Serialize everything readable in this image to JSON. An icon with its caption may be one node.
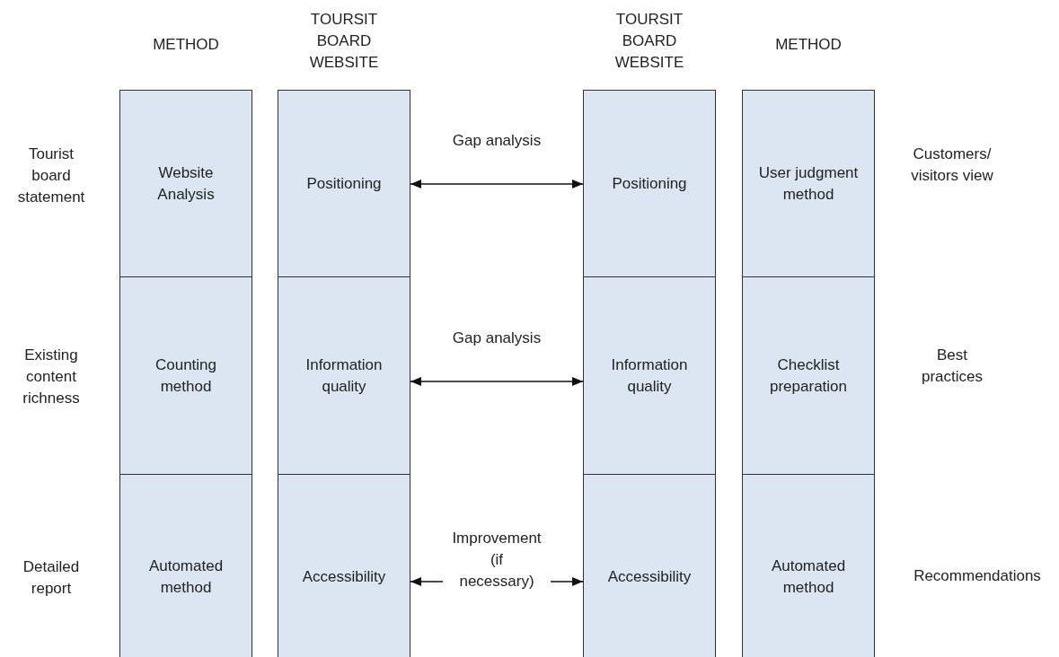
{
  "diagram": {
    "nodes": [
      {
        "text": [
          "Website Analysis"
        ]
      },
      {
        "text": [
          "Positioning"
        ]
      },
      {
        "text": [
          "Positioning"
        ]
      },
      {
        "text": [
          "User judgment method"
        ]
      },
      {
        "text": [
          "Counting method"
        ]
      },
      {
        "text": [
          "Information quality"
        ]
      },
      {
        "text": [
          "Information quality"
        ]
      },
      {
        "text": [
          "Checklist preparation"
        ]
      },
      {
        "text": [
          "Automated method"
        ]
      },
      {
        "text": [
          "Accessibility"
        ]
      },
      {
        "text": [
          "Accessibility"
        ]
      },
      {
        "text": [
          "Automated method"
        ]
      }
    ],
    "edges": [
      {
        "from": 1,
        "to": 2,
        "arrow": "both",
        "label": "Gap analysis"
      },
      {
        "from": 5,
        "to": 6,
        "arrow": "both",
        "label": "Gap analysis"
      },
      {
        "from": 9,
        "to": 10,
        "arrow": "both",
        "label": "Improvement (if necessary)"
      }
    ],
    "labels": [
      "METHOD",
      "TOURSIT BOARD WEBSITE",
      "TOURSIT BOARD WEBSITE",
      "METHOD",
      "Tourist board statement",
      "Customers/ visitors view",
      "Existing content richness",
      "Best practices",
      "Detailed report",
      "Recommendations"
    ]
  }
}
